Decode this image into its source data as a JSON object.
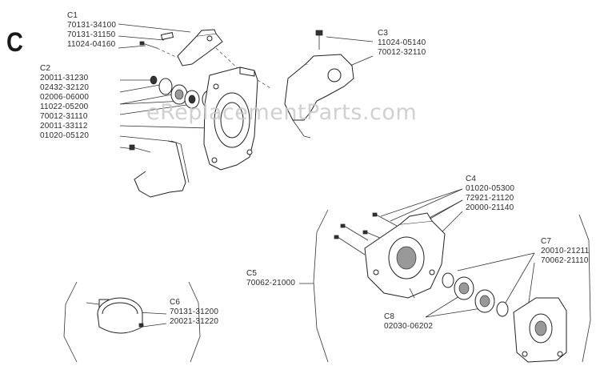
{
  "section_letter": "C",
  "watermark": "eReplacementParts.com",
  "groups": [
    {
      "id": "C1",
      "parts": [
        "70131-34100",
        "70131-31150",
        "11024-04160"
      ]
    },
    {
      "id": "C2",
      "parts": [
        "20011-31230",
        "02432-32120",
        "02006-06000",
        "11022-05200",
        "70012-31110",
        "20011-33112",
        "01020-05120"
      ]
    },
    {
      "id": "C3",
      "parts": [
        "11024-05140",
        "70012-32110"
      ]
    },
    {
      "id": "C4",
      "parts": [
        "01020-05300",
        "72921-21120",
        "20000-21140"
      ]
    },
    {
      "id": "C5",
      "parts": [
        "70062-21000"
      ]
    },
    {
      "id": "C6",
      "parts": [
        "70131-31200",
        "20021-31220"
      ]
    },
    {
      "id": "C7",
      "parts": [
        "20010-21211",
        "70062-21110"
      ]
    },
    {
      "id": "C8",
      "parts": [
        "02030-06202"
      ]
    }
  ]
}
